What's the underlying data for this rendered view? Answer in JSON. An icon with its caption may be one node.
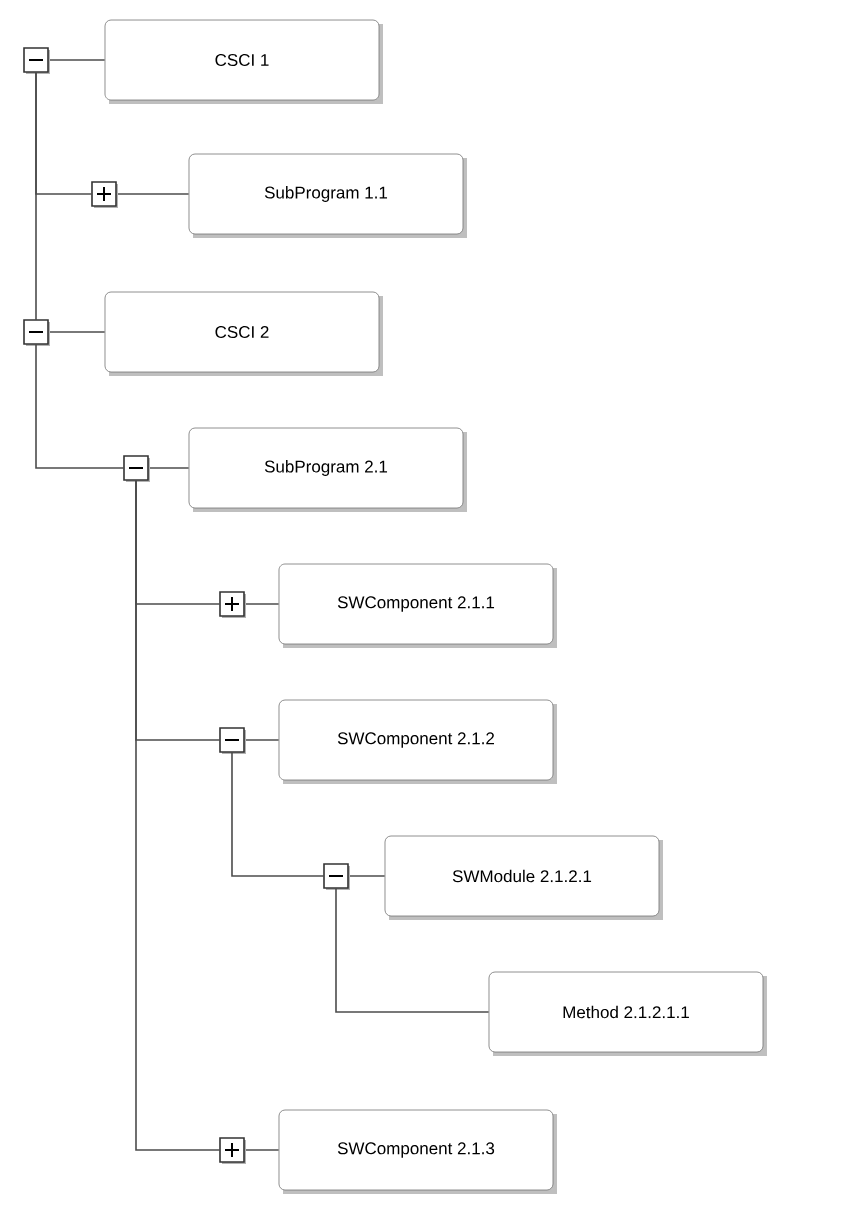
{
  "diagram": {
    "nodes": [
      {
        "text": [
          "CSCI 1"
        ]
      },
      {
        "text": [
          "SubProgram 1.1"
        ]
      },
      {
        "text": [
          "CSCI 2"
        ]
      },
      {
        "text": [
          "SubProgram 2.1"
        ]
      },
      {
        "text": [
          "SWComponent 2.1.1"
        ]
      },
      {
        "text": [
          "SWComponent 2.1.2"
        ]
      },
      {
        "text": [
          "SWModule 2.1.2.1"
        ]
      },
      {
        "text": [
          "Method 2.1.2.1.1"
        ]
      },
      {
        "text": [
          "SWComponent 2.1.3"
        ]
      }
    ],
    "edges": [
      {
        "from": 0,
        "to": 1,
        "arrow": "none"
      },
      {
        "from": 0,
        "to": 2,
        "arrow": "none"
      },
      {
        "from": 2,
        "to": 3,
        "arrow": "none"
      },
      {
        "from": 3,
        "to": 4,
        "arrow": "none"
      },
      {
        "from": 3,
        "to": 5,
        "arrow": "none"
      },
      {
        "from": 3,
        "to": 8,
        "arrow": "none"
      },
      {
        "from": 5,
        "to": 6,
        "arrow": "none"
      },
      {
        "from": 6,
        "to": 7,
        "arrow": "none"
      }
    ]
  }
}
